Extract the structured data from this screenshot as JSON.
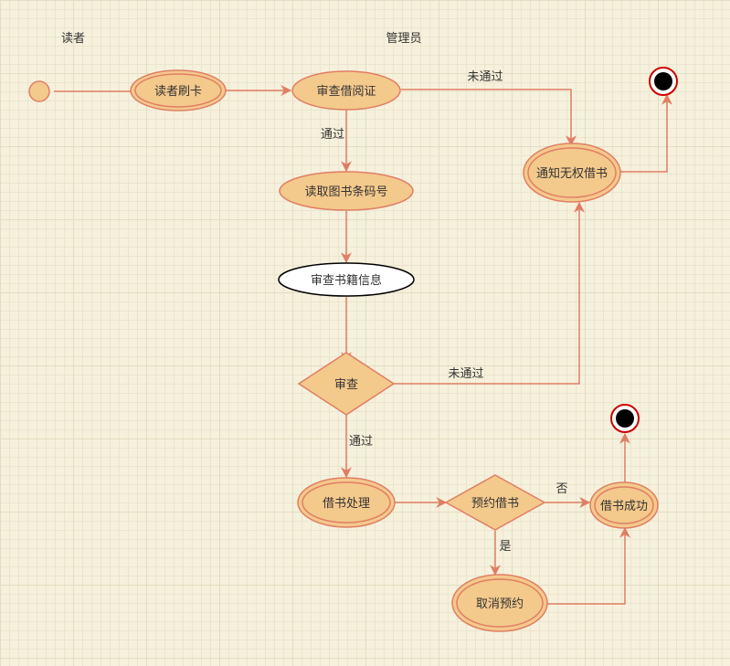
{
  "colors": {
    "node_fill": "#f4c98c",
    "node_stroke": "#e07e64",
    "plain_node_fill": "#ffffff",
    "plain_node_stroke": "#000000",
    "end_ring": "#cc0000",
    "end_dot": "#000000"
  },
  "lanes": {
    "reader": "读者",
    "admin": "管理员"
  },
  "nodes": {
    "swipe_card": "读者刷卡",
    "check_card": "审查借阅证",
    "notify_denied": "通知无权借书",
    "scan_barcode": "读取图书条码号",
    "check_book": "审查书籍信息",
    "review": "审查",
    "process_loan": "借书处理",
    "reserve": "预约借书",
    "loan_success": "借书成功",
    "cancel_reserve": "取消预约"
  },
  "edge_labels": {
    "card_fail": "未通过",
    "card_pass": "通过",
    "review_fail": "未通过",
    "review_pass": "通过",
    "reserve_no": "否",
    "reserve_yes": "是"
  }
}
